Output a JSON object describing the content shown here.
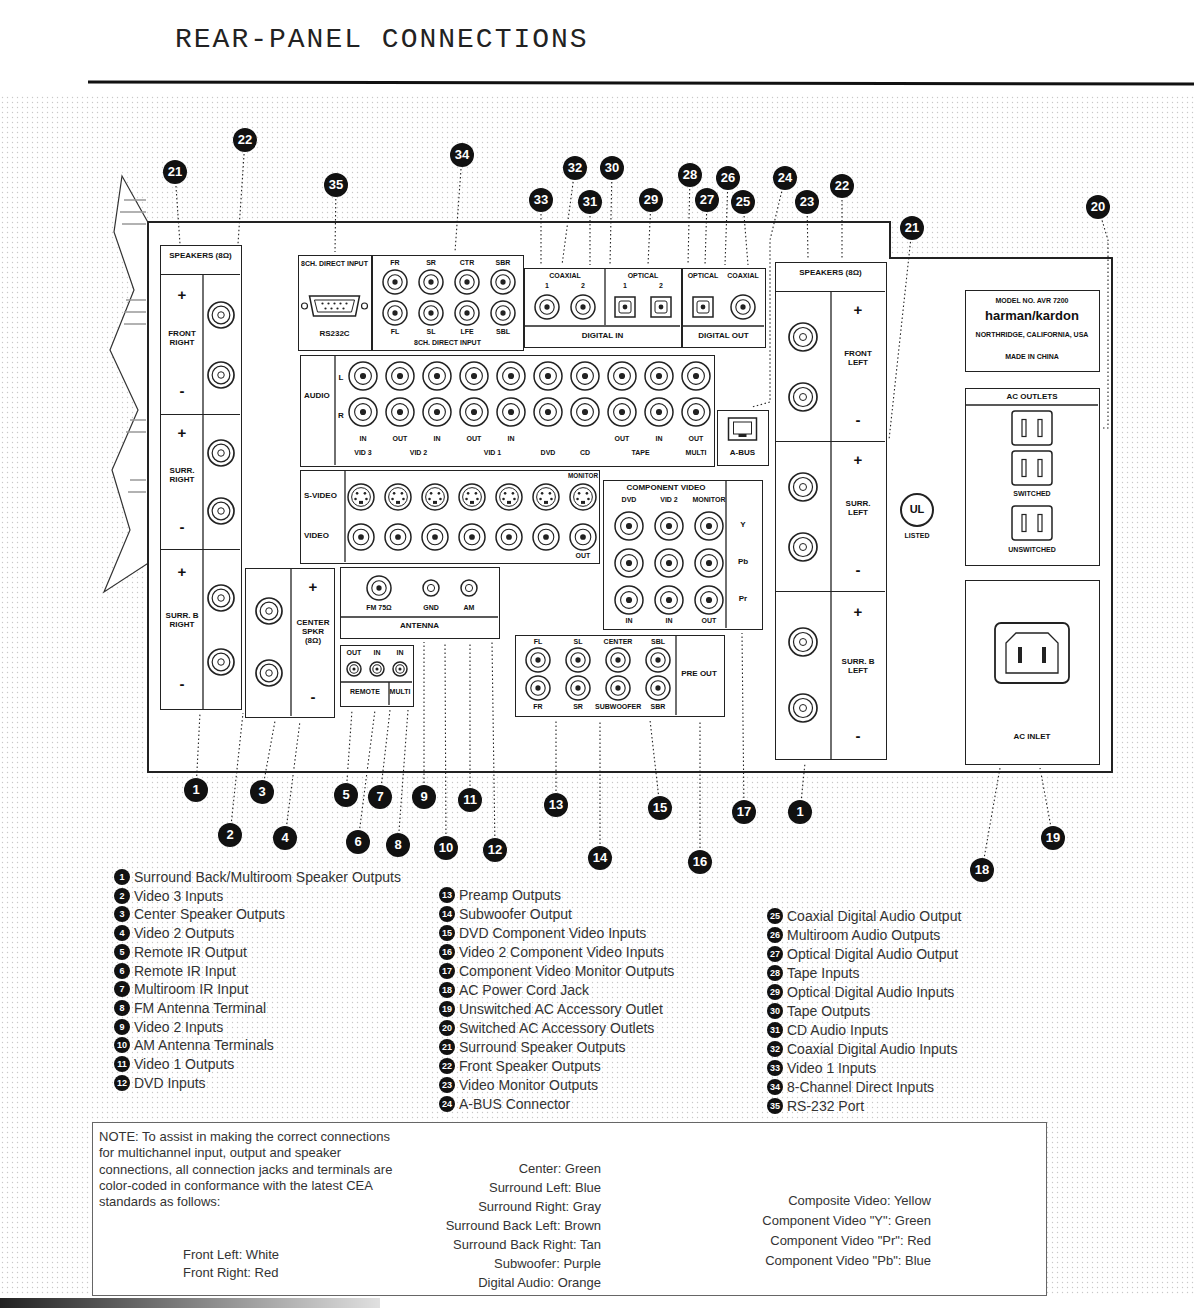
{
  "diagram": {
    "title": "REAR-PANEL CONNECTIONS",
    "nodes": [
      {
        "text": [
          "SPEAKERS (8Ω)"
        ]
      },
      {
        "text": [
          "+",
          "FRONT RIGHT",
          "-"
        ],
        "in": 0
      },
      {
        "text": [
          "+",
          "SURR. RIGHT",
          "-"
        ],
        "in": 0
      },
      {
        "text": [
          "+",
          "SURR. B RIGHT",
          "-"
        ],
        "in": 0
      },
      {
        "text": [
          "+",
          "CENTER SPKR (8Ω)",
          "-"
        ]
      },
      {
        "text": [
          "8CH. DIRECT INPUT",
          "RS232C"
        ]
      },
      {
        "text": [
          "FR",
          "SR",
          "CTR",
          "SBR",
          "FL",
          "SL",
          "LFE",
          "SBL",
          "8CH. DIRECT INPUT"
        ]
      },
      {
        "text": [
          "COAXIAL",
          "1",
          "2",
          "OPTICAL",
          "1",
          "2",
          "DIGITAL IN"
        ]
      },
      {
        "text": [
          "OPTICAL",
          "COAXIAL",
          "DIGITAL OUT"
        ]
      },
      {
        "text": [
          "AUDIO",
          "L",
          "R",
          "VID 3",
          "VID 2",
          "VID 1",
          "DVD",
          "CD",
          "TAPE",
          "MULTI",
          "IN",
          "OUT",
          "IN",
          "OUT",
          "IN",
          "OUT",
          "IN",
          "OUT"
        ]
      },
      {
        "text": [
          "A-BUS"
        ]
      },
      {
        "text": [
          "S-VIDEO",
          "VIDEO",
          "MONITOR",
          "OUT"
        ]
      },
      {
        "text": [
          "COMPONENT VIDEO",
          "DVD",
          "VID 2",
          "MONITOR",
          "Y",
          "Pb",
          "Pr",
          "IN",
          "IN",
          "OUT"
        ]
      },
      {
        "text": [
          "FM 75Ω",
          "GND",
          "AM",
          "ANTENNA"
        ]
      },
      {
        "text": [
          "OUT",
          "IN",
          "IN",
          "REMOTE",
          "MULTI"
        ]
      },
      {
        "text": [
          "FL",
          "SL",
          "CENTER",
          "SBL",
          "FR",
          "SR",
          "SUBWOOFER",
          "SBR",
          "PRE OUT"
        ]
      },
      {
        "text": [
          "SPEAKERS (8Ω)"
        ]
      },
      {
        "text": [
          "+",
          "FRONT LEFT",
          "-"
        ],
        "in": 16
      },
      {
        "text": [
          "+",
          "SURR. LEFT",
          "-"
        ],
        "in": 16
      },
      {
        "text": [
          "+",
          "SURR. B LEFT",
          "-"
        ],
        "in": 16
      },
      {
        "text": [
          "UL",
          "LISTED"
        ]
      },
      {
        "text": [
          "MODEL NO. AVR 7200",
          "harman/kardon",
          "NORTHRIDGE, CALIFORNIA, USA",
          "MADE IN CHINA"
        ]
      },
      {
        "text": [
          "AC OUTLETS",
          "SWITCHED",
          "UNSWITCHED"
        ]
      },
      {
        "text": [
          "AC INLET"
        ]
      },
      {
        "text": [
          "NOTE: To assist in making the correct connections for multichannel input, output and speaker connections, all connection jacks and terminals are color-coded in conformance with the latest CEA standards as follows:",
          "Front Left: White",
          "Front Right: Red",
          "Center: Green",
          "Surround Left: Blue",
          "Surround Right: Gray",
          "Surround Back Left: Brown",
          "Surround Back Right: Tan",
          "Subwoofer: Purple",
          "Digital Audio: Orange",
          "Composite Video: Yellow",
          "Component Video \"Y\": Green",
          "Component Video \"Pr\": Red",
          "Component Video \"Pb\": Blue"
        ]
      }
    ],
    "labels": [
      "21",
      "22",
      "35",
      "34",
      "33",
      "32",
      "30",
      "31",
      "29",
      "28",
      "26",
      "27",
      "25",
      "24",
      "22",
      "23",
      "21",
      "20",
      "1",
      "3",
      "5",
      "7",
      "9",
      "11",
      "13",
      "15",
      "17",
      "1",
      "2",
      "4",
      "6",
      "8",
      "10",
      "12",
      "14",
      "16",
      "19",
      "18",
      "1",
      "Surround Back/Multiroom Speaker Outputs",
      "2",
      "Video 3 Inputs",
      "3",
      "Center Speaker Outputs",
      "4",
      "Video 2 Outputs",
      "5",
      "Remote IR Output",
      "6",
      "Remote IR Input",
      "7",
      "Multiroom IR Input",
      "8",
      "FM Antenna Terminal",
      "9",
      "Video 2 Inputs",
      "10",
      "AM Antenna Terminals",
      "11",
      "Video 1 Outputs",
      "12",
      "DVD Inputs",
      "13",
      "Preamp Outputs",
      "14",
      "Subwoofer Output",
      "15",
      "DVD Component Video Inputs",
      "16",
      "Video 2 Component Video Inputs",
      "17",
      "Component Video Monitor Outputs",
      "18",
      "AC Power Cord Jack",
      "19",
      "Unswitched AC Accessory Outlet",
      "20",
      "Switched AC Accessory Outlets",
      "21",
      "Surround Speaker Outputs",
      "22",
      "Front Speaker Outputs",
      "23",
      "Video Monitor Outputs",
      "24",
      "A-BUS Connector",
      "25",
      "Coaxial Digital Audio Output",
      "26",
      "Multiroom Audio Outputs",
      "27",
      "Optical Digital Audio Output",
      "28",
      "Tape Inputs",
      "29",
      "Optical Digital Audio Inputs",
      "30",
      "Tape Outputs",
      "31",
      "CD Audio Inputs",
      "32",
      "Coaxial Digital Audio Inputs",
      "33",
      "Video 1 Inputs",
      "34",
      "8-Channel Direct Inputs",
      "35",
      "RS-232 Port"
    ]
  }
}
